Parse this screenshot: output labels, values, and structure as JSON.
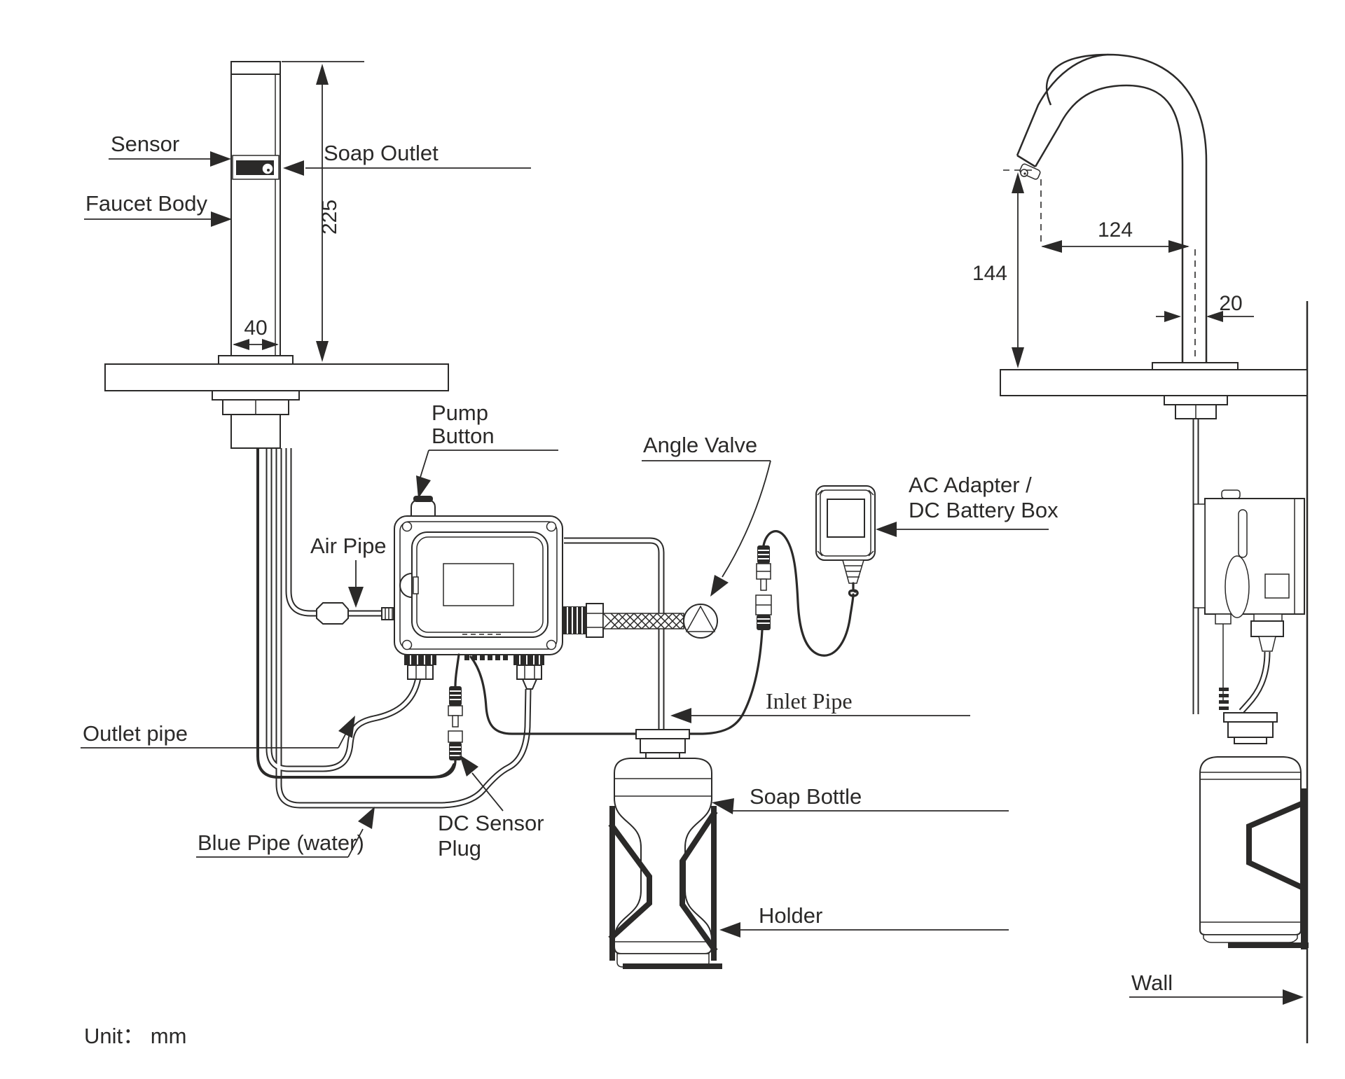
{
  "diagram": {
    "unit_note": "Unit： mm",
    "front_view": {
      "sensor": "Sensor",
      "faucet_body": "Faucet Body",
      "soap_outlet": "Soap Outlet",
      "pump_button_line1": "Pump",
      "pump_button_line2": "Button",
      "air_pipe": "Air Pipe",
      "angle_valve": "Angle Valve",
      "ac_adapter_line1": "AC Adapter /",
      "ac_adapter_line2": "DC Battery Box",
      "outlet_pipe": "Outlet pipe",
      "inlet_pipe": "Inlet Pipe",
      "blue_pipe": "Blue Pipe (water)",
      "dc_sensor_plug_line1": "DC Sensor",
      "dc_sensor_plug_line2": "Plug",
      "soap_bottle": "Soap Bottle",
      "holder": "Holder"
    },
    "side_view": {
      "wall": "Wall"
    },
    "dimensions": {
      "faucet_height": "225",
      "faucet_width": "40",
      "spout_reach": "124",
      "spout_height": "144",
      "pipe_offset": "20"
    },
    "colors": {
      "line": "#2b2a29",
      "background": "#ffffff"
    }
  }
}
